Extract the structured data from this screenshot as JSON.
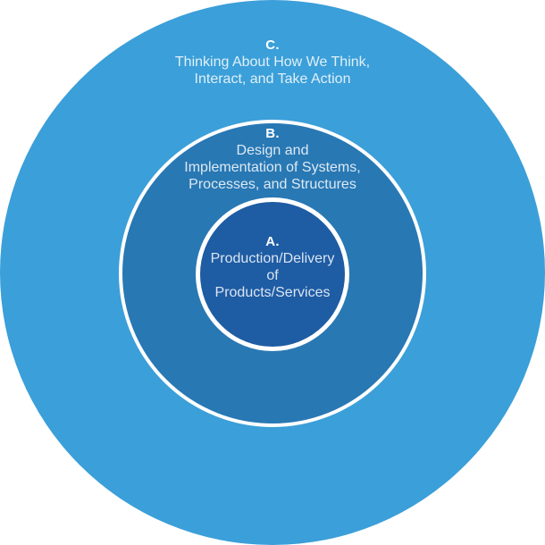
{
  "diagram": {
    "ring_border_color": "#FFFFFF",
    "label_text_color": "#FFFFFF",
    "body_text_color": "rgba(255,255,255,0.84)",
    "rings": {
      "c": {
        "label": "C.",
        "lines": [
          "Thinking About How We Think,",
          "Interact, and Take Action"
        ],
        "fill": "#3B9FD9"
      },
      "b": {
        "label": "B.",
        "lines": [
          "Design and",
          "Implementation of Systems,",
          "Processes, and Structures"
        ],
        "fill": "#2878B4"
      },
      "a": {
        "label": "A.",
        "lines": [
          "Production/Delivery",
          "of",
          "Products/Services"
        ],
        "fill": "#1E5CA4"
      }
    }
  }
}
